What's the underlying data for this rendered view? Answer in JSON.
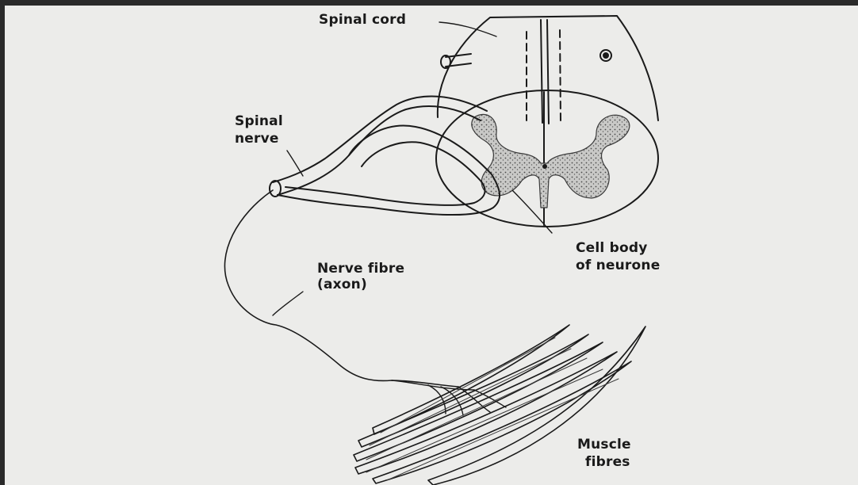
{
  "diagram": {
    "labels": {
      "spinal_cord": "Spinal cord",
      "spinal_nerve_line1": "Spinal",
      "spinal_nerve_line2": "nerve",
      "cell_body_line1": "Cell body",
      "cell_body_line2": "of neurone",
      "nerve_fibre_line1": "Nerve fibre",
      "nerve_fibre_line2": "(axon)",
      "muscle_line1": "Muscle",
      "muscle_line2": "fibres"
    },
    "colors": {
      "ink": "#1a1a1a",
      "paper": "#ececea",
      "frame": "#2a2a2a"
    }
  }
}
